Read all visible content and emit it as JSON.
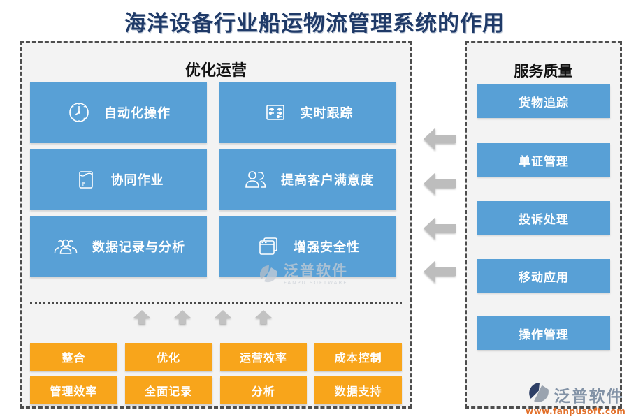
{
  "title": "海洋设备行业船运物流管理系统的作用",
  "left_panel": {
    "title": "优化运营",
    "cards": [
      {
        "label": "自动化操作",
        "icon": "clock-icon"
      },
      {
        "label": "实时跟踪",
        "icon": "tracking-form-icon"
      },
      {
        "label": "协同作业",
        "icon": "envelope-icon"
      },
      {
        "label": "提高客户满意度",
        "icon": "two-users-icon"
      },
      {
        "label": "数据记录与分析",
        "icon": "group-users-icon"
      },
      {
        "label": "增强安全性",
        "icon": "stacked-windows-icon"
      }
    ],
    "tags": [
      "整合",
      "优化",
      "运营效率",
      "成本控制",
      "管理效率",
      "全面记录",
      "分析",
      "数据支持"
    ]
  },
  "right_panel": {
    "title": "服务质量",
    "items": [
      "货物追踪",
      "单证管理",
      "投诉处理",
      "移动应用",
      "操作管理"
    ]
  },
  "watermark": {
    "brand": "泛普软件",
    "brand_sub": "FANPU SOFTWARE",
    "url": "www.fanpusoft.com"
  },
  "colors": {
    "card_blue": "#58a0d6",
    "tag_orange": "#f8a51b",
    "title_navy": "#1f3a68",
    "arrow_gray": "#bdbdbd",
    "panel_bg": "#f3f3f3",
    "border_gray": "#4d4d4d"
  }
}
